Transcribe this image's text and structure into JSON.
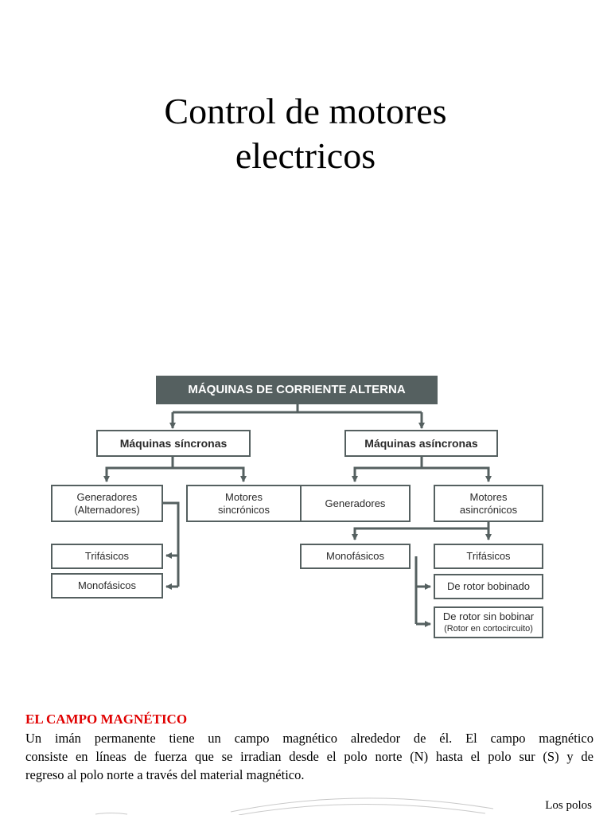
{
  "title": {
    "line1": "Control de motores",
    "line2": "electricos"
  },
  "diagram": {
    "root": "MÁQUINAS DE CORRIENTE ALTERNA",
    "sincronas": {
      "label": "Máquinas síncronas",
      "generadores_line1": "Generadores",
      "generadores_line2": "(Alternadores)",
      "motores_line1": "Motores",
      "motores_line2": "sincrónicos",
      "trifasicos": "Trifásicos",
      "monofasicos": "Monofásicos"
    },
    "asincronas": {
      "label": "Máquinas asíncronas",
      "generadores": "Generadores",
      "motores_line1": "Motores",
      "motores_line2": "asincrónicos",
      "monofasicos": "Monofásicos",
      "trifasicos": "Trifásicos",
      "rotor_bobinado": "De rotor bobinado",
      "rotor_sin_bobinar": "De rotor sin bobinar",
      "rotor_sin_bobinar_note": "(Rotor en cortocircuito)"
    }
  },
  "section": {
    "heading": "EL CAMPO MAGNÉTICO",
    "lines": [
      "Un imán permanente tiene un campo magnético alrededor de él. El campo magnético",
      "consiste en líneas de fuerza que se irradian desde el polo norte (N) hasta el polo sur (S) y de",
      "regreso al polo norte a través del material magnético."
    ],
    "caption": "Los polos"
  },
  "colors": {
    "diagram_gray": "#556060",
    "heading_red": "#e00000"
  }
}
